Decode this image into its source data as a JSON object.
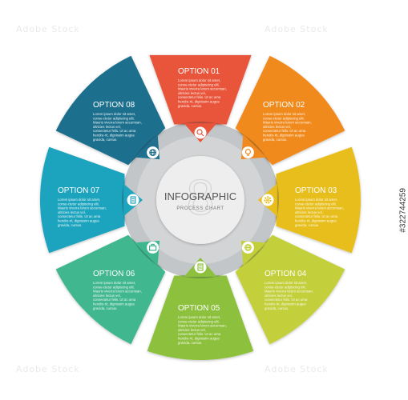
{
  "title": "INFOGRAPHIC",
  "subtitle": "PROCESS CHART",
  "center_number": "8",
  "body_text": "Lorem ipsum dolor sit amet, conse-ctetur adipiscing elit. Mauris viverra lorem accumsan, ultricies lectus vel, consectetur felis. Ut ac urna hendre-rit, dignissim augue gravida, cursus.",
  "options": [
    {
      "label": "OPTION 01",
      "color": "#e8543a",
      "icon": "magnifier-icon"
    },
    {
      "label": "OPTION 02",
      "color": "#f08a1e",
      "icon": "lightbulb-icon"
    },
    {
      "label": "OPTION 03",
      "color": "#e8be1e",
      "icon": "gear-icon"
    },
    {
      "label": "OPTION 04",
      "color": "#c3cf3a",
      "icon": "globe-icon"
    },
    {
      "label": "OPTION 05",
      "color": "#8dc03c",
      "icon": "calculator-icon"
    },
    {
      "label": "OPTION 06",
      "color": "#3fb78e",
      "icon": "briefcase-icon"
    },
    {
      "label": "OPTION 07",
      "color": "#1fa4be",
      "icon": "document-icon"
    },
    {
      "label": "OPTION 08",
      "color": "#1f6f8e",
      "icon": "globe-icon"
    }
  ],
  "watermark_text": "Adobe Stock",
  "stock_id": "#322744259"
}
